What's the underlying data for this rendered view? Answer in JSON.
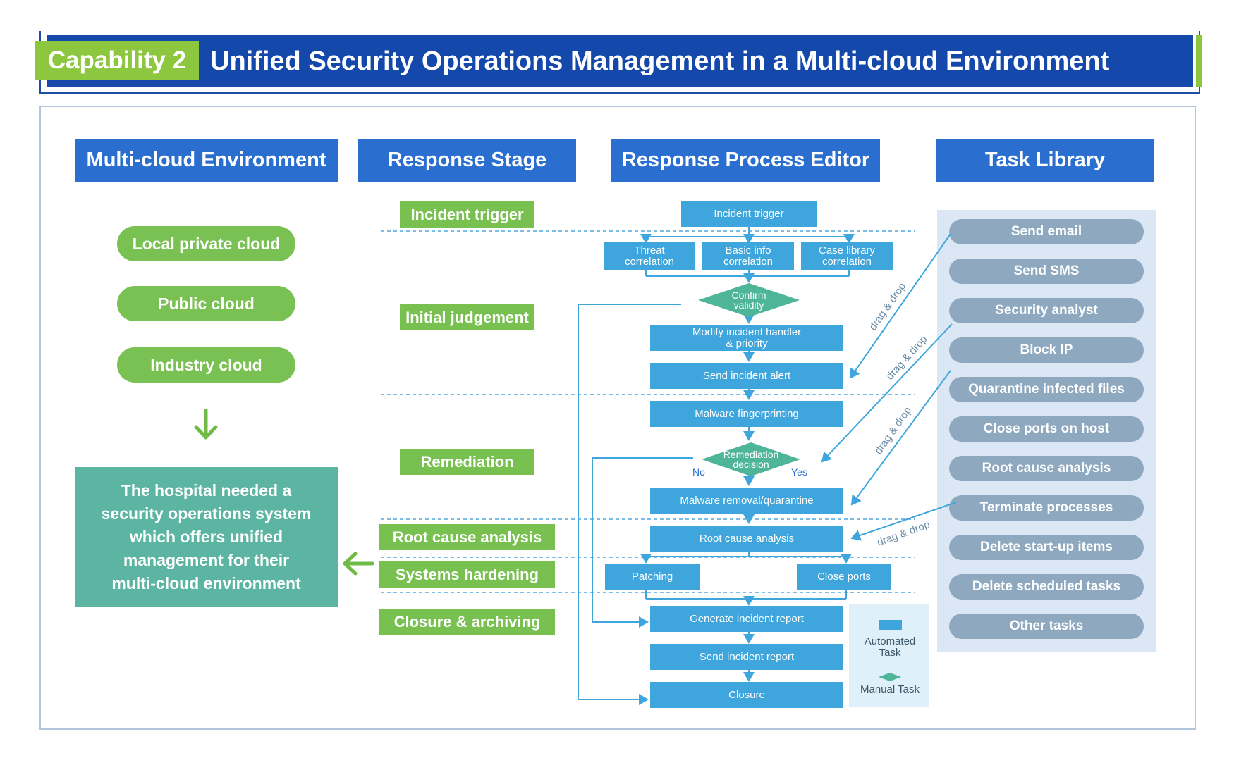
{
  "header": {
    "badge": "Capability 2",
    "title": "Unified Security Operations Management in a Multi-cloud Environment"
  },
  "columns": {
    "environment": "Multi-cloud Environment",
    "stage": "Response Stage",
    "editor": "Response Process Editor",
    "library": "Task Library"
  },
  "environments": [
    "Local private cloud",
    "Public cloud",
    "Industry cloud"
  ],
  "hospital_note": [
    "The hospital needed a",
    "security operations system",
    "which offers unified",
    "management for their",
    "multi-cloud environment"
  ],
  "stages": [
    "Incident trigger",
    "Initial judgement",
    "Remediation",
    "Root cause analysis",
    "Systems hardening",
    "Closure & archiving"
  ],
  "flow": {
    "incident_trigger": "Incident trigger",
    "threat": [
      "Threat",
      "correlation"
    ],
    "basic_info": [
      "Basic info",
      "correlation"
    ],
    "case_library": [
      "Case library",
      "correlation"
    ],
    "confirm": [
      "Confirm",
      "validity"
    ],
    "modify": [
      "Modify incident handler",
      "& priority"
    ],
    "send_alert": "Send incident alert",
    "malware_fp": "Malware fingerprinting",
    "remediation": [
      "Remediation",
      "decision"
    ],
    "no": "No",
    "yes": "Yes",
    "malware_removal": "Malware removal/quarantine",
    "root_cause": "Root cause analysis",
    "patching": "Patching",
    "close_ports": "Close ports",
    "gen_report": "Generate incident report",
    "send_report": "Send incident report",
    "closure": "Closure",
    "drag_drop": "drag & drop"
  },
  "legend": {
    "automated": [
      "Automated",
      "Task"
    ],
    "manual": "Manual Task"
  },
  "tasks": [
    "Send email",
    "Send SMS",
    "Security analyst",
    "Block IP",
    "Quarantine infected files",
    "Close ports on host",
    "Root cause analysis",
    "Terminate processes",
    "Delete start-up items",
    "Delete scheduled tasks",
    "Other tasks"
  ],
  "colors": {
    "banner_blue": "#1548ab",
    "header_blue": "#2a6fd0",
    "green": "#78c04f",
    "teal": "#5cb5a2",
    "flow_blue": "#3ea6dc",
    "task_grey": "#8ea9bf",
    "diamond": "#4fb598"
  }
}
